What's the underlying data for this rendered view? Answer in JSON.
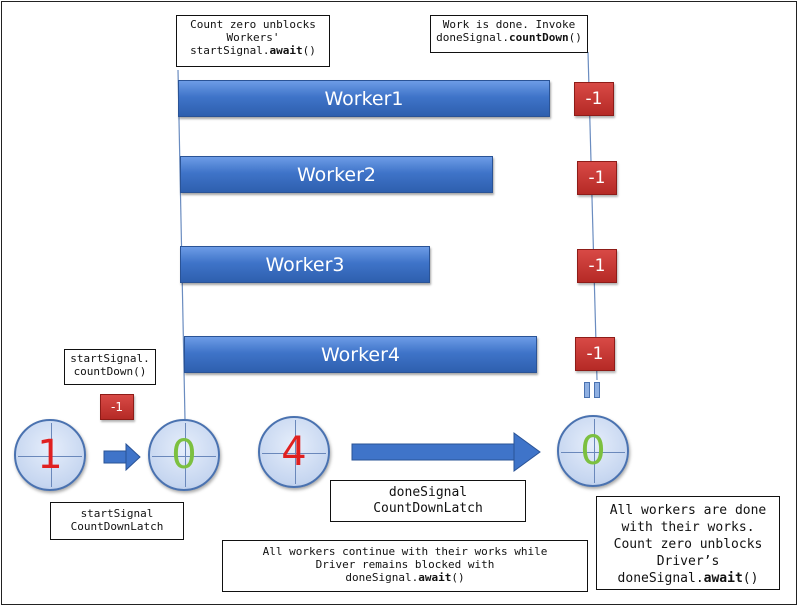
{
  "notes": {
    "top_left": [
      "Count zero unblocks",
      "Workers'",
      "startSignal.",
      "await",
      "()"
    ],
    "top_right": [
      "Work is done. Invoke",
      "doneSignal.",
      "countDown",
      "()"
    ],
    "start_countdown": [
      "startSignal.",
      "countDown()"
    ],
    "start_latch": [
      "startSignal",
      "CountDownLatch"
    ],
    "done_latch": [
      "doneSignal",
      "CountDownLatch"
    ],
    "middle_bottom": [
      "All workers continue with their works while",
      "Driver remains blocked with",
      "doneSignal.",
      "await",
      "()"
    ],
    "bottom_right": [
      "All workers are done",
      "with their works.",
      "Count zero unblocks",
      "Driver’s",
      "doneSignal.",
      "await",
      "()"
    ]
  },
  "workers": [
    "Worker1",
    "Worker2",
    "Worker3",
    "Worker4"
  ],
  "decrements": [
    "-1",
    "-1",
    "-1",
    "-1"
  ],
  "start_decrement": "-1",
  "dials": {
    "start_before": "1",
    "start_after": "0",
    "done_before": "4",
    "done_after": "0"
  },
  "colors": {
    "worker_bar": "#3f74c9",
    "decrement_box": "#c0302c",
    "count_red": "#e02020",
    "count_green": "#7cc040"
  }
}
